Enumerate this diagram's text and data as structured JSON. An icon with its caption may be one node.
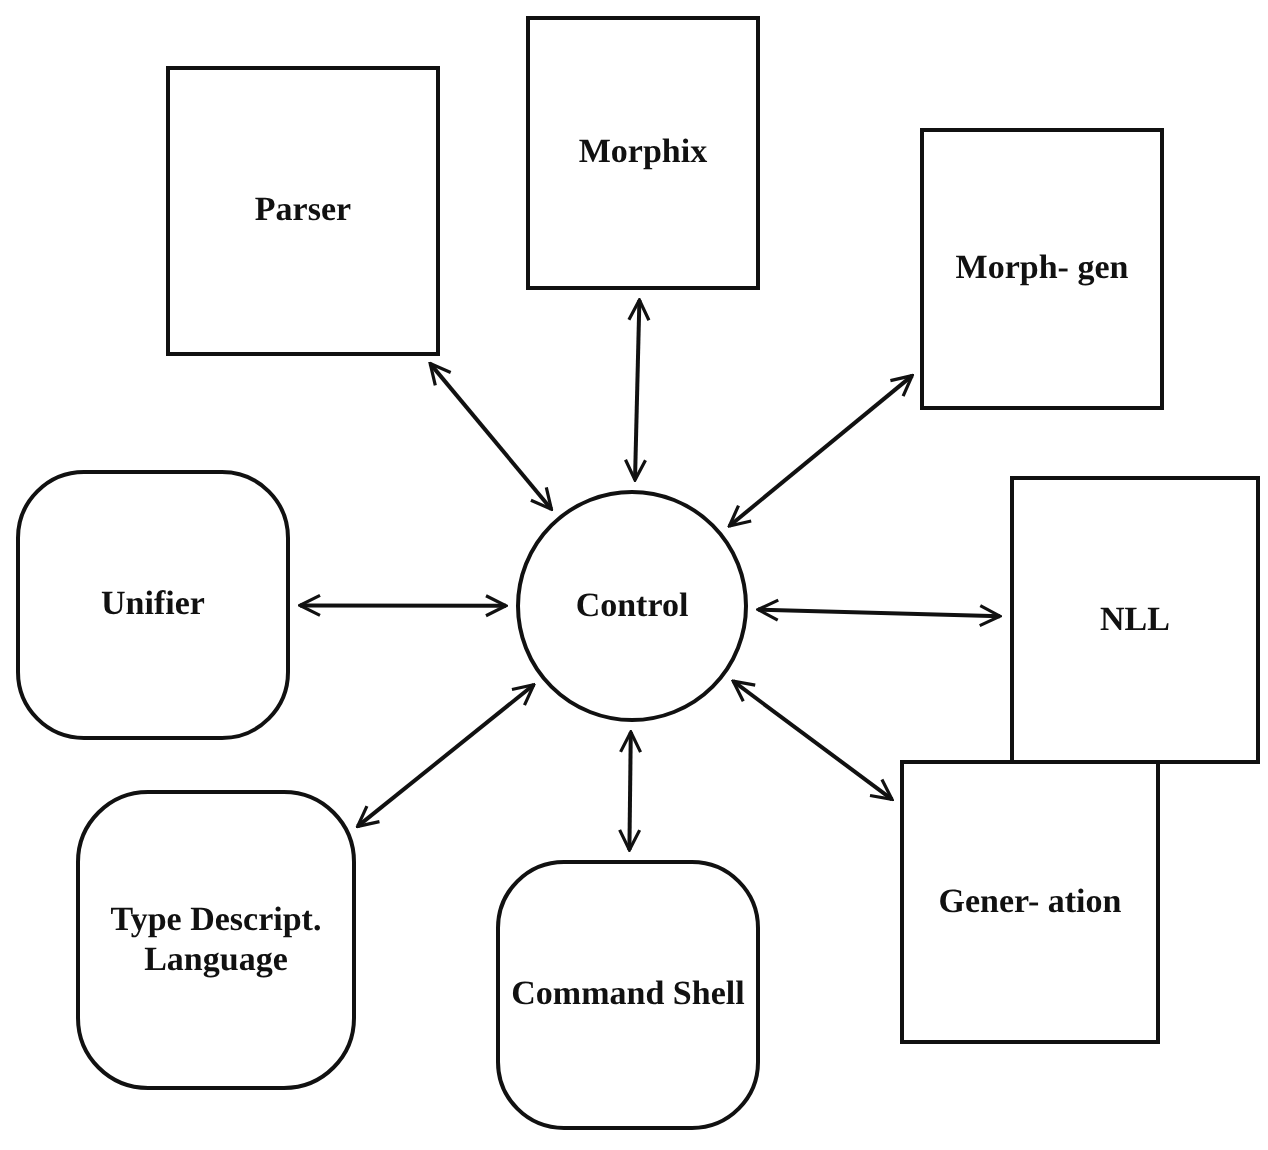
{
  "diagram": {
    "nodes": [
      {
        "text": [
          "Parser"
        ]
      },
      {
        "text": [
          "Morphix"
        ]
      },
      {
        "text": [
          "Morph- gen"
        ]
      },
      {
        "text": [
          "Unifier"
        ]
      },
      {
        "text": [
          "Control"
        ]
      },
      {
        "text": [
          "NLL"
        ]
      },
      {
        "text": [
          "Type Descript. Language"
        ]
      },
      {
        "text": [
          "Command Shell"
        ]
      },
      {
        "text": [
          "Gener- ation"
        ]
      }
    ],
    "edges": [
      {
        "from": 4,
        "to": 0,
        "arrow": "both"
      },
      {
        "from": 4,
        "to": 1,
        "arrow": "both"
      },
      {
        "from": 4,
        "to": 2,
        "arrow": "both"
      },
      {
        "from": 4,
        "to": 3,
        "arrow": "both"
      },
      {
        "from": 4,
        "to": 5,
        "arrow": "both"
      },
      {
        "from": 4,
        "to": 6,
        "arrow": "both"
      },
      {
        "from": 4,
        "to": 7,
        "arrow": "both"
      },
      {
        "from": 4,
        "to": 8,
        "arrow": "both"
      }
    ]
  }
}
